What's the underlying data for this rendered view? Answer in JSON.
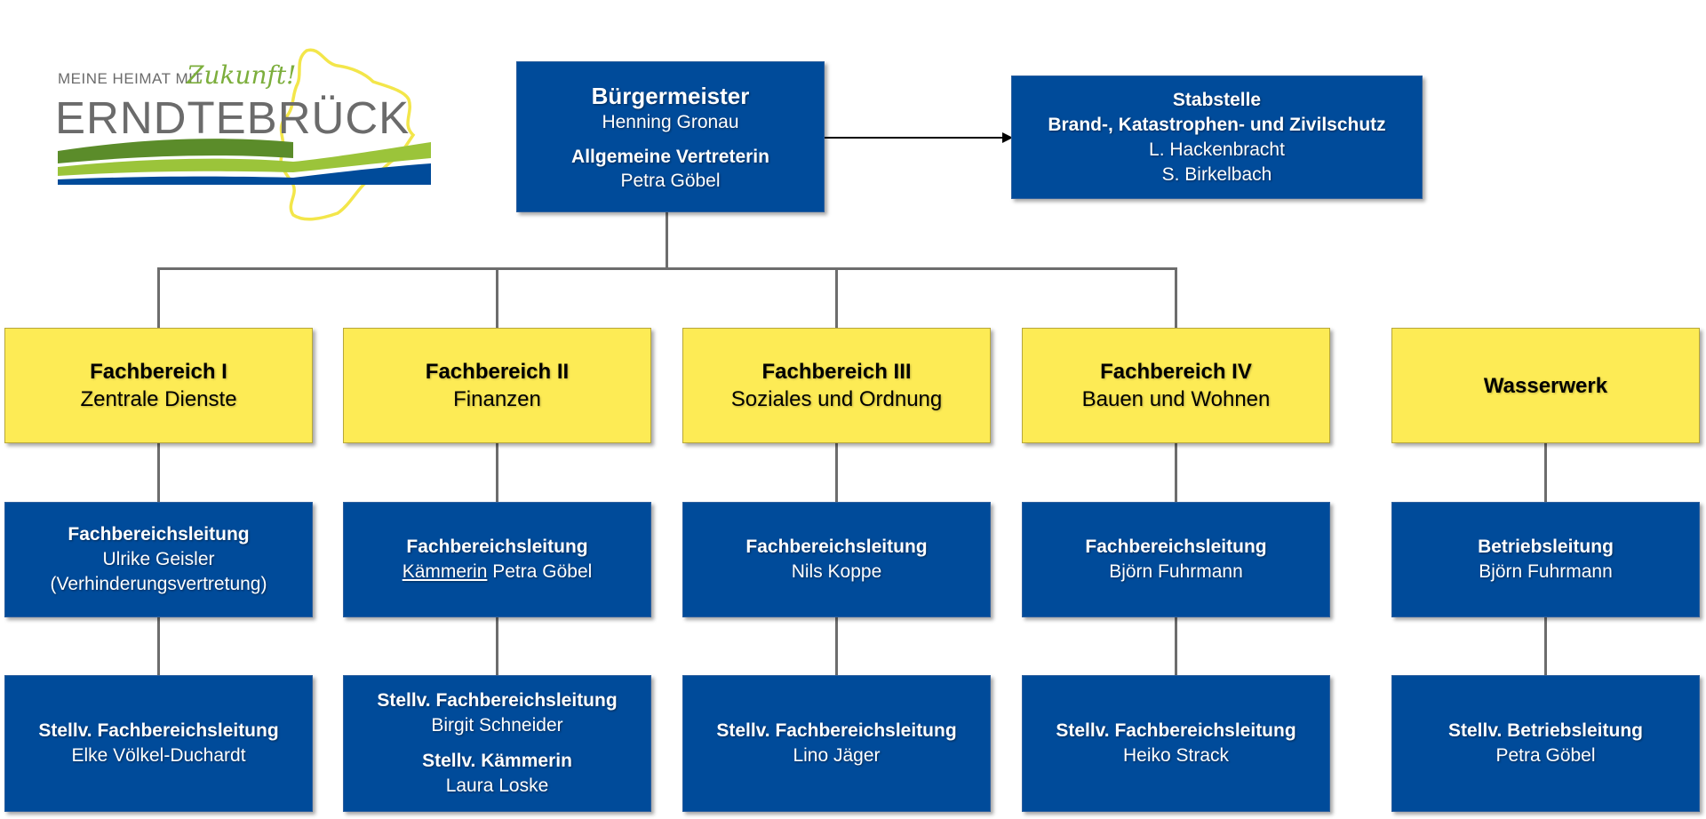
{
  "logo": {
    "tagline": "MEINE HEIMAT MIT",
    "script": "Zukunft!",
    "name": "ERNDTEBRÜCK",
    "colors": {
      "green_dark": "#5b8c2a",
      "green_light": "#9bc43a",
      "blue": "#004b9a",
      "yellow_outline": "#f3e64a",
      "grey_text": "#6b6b6b"
    }
  },
  "colors": {
    "blue_box": "#004b9a",
    "yellow_box": "#fdeb55",
    "connector": "#6d6d6d"
  },
  "mayor": {
    "title": "Bürgermeister",
    "name": "Henning Gronau",
    "deputy_title": "Allgemeine Vertreterin",
    "deputy_name": "Petra Göbel"
  },
  "staff": {
    "title": "Stabstelle",
    "subtitle": "Brand-, Katastrophen- und Zivilschutz",
    "person1": "L. Hackenbracht",
    "person2": "S. Birkelbach"
  },
  "departments": [
    {
      "title": "Fachbereich I",
      "subtitle": "Zentrale Dienste",
      "lead": {
        "role": "Fachbereichsleitung",
        "name": "Ulrike Geisler",
        "note": "(Verhinderungsvertretung)"
      },
      "deputy": {
        "role": "Stellv. Fachbereichsleitung",
        "name": "Elke Völkel-Duchardt"
      }
    },
    {
      "title": "Fachbereich II",
      "subtitle": "Finanzen",
      "lead": {
        "role": "Fachbereichsleitung",
        "name_underlined": "Kämmerin",
        "name": " Petra Göbel"
      },
      "deputy": {
        "role": "Stellv. Fachbereichsleitung",
        "name": "Birgit Schneider",
        "role2": "Stellv. Kämmerin",
        "name2": "Laura Loske"
      }
    },
    {
      "title": "Fachbereich III",
      "subtitle": "Soziales und Ordnung",
      "lead": {
        "role": "Fachbereichsleitung",
        "name": "Nils Koppe"
      },
      "deputy": {
        "role": "Stellv. Fachbereichsleitung",
        "name": "Lino Jäger"
      }
    },
    {
      "title": "Fachbereich IV",
      "subtitle": "Bauen und Wohnen",
      "lead": {
        "role": "Fachbereichsleitung",
        "name": "Björn Fuhrmann"
      },
      "deputy": {
        "role": "Stellv. Fachbereichsleitung",
        "name": "Heiko Strack"
      }
    }
  ],
  "waterworks": {
    "title": "Wasserwerk",
    "lead": {
      "role": "Betriebsleitung",
      "name": "Björn Fuhrmann"
    },
    "deputy": {
      "role": "Stellv. Betriebsleitung",
      "name": "Petra Göbel"
    }
  }
}
